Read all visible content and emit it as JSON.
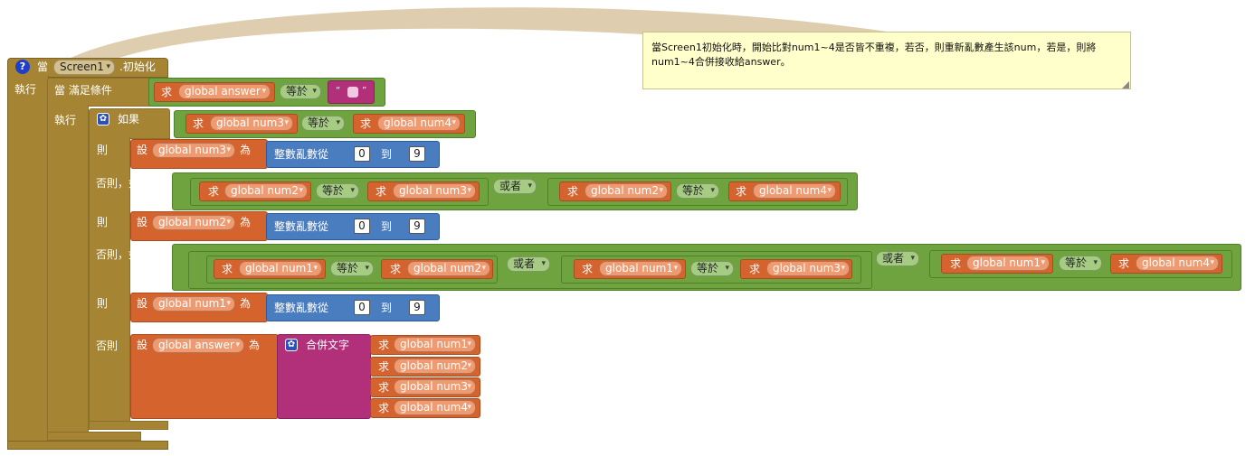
{
  "event": {
    "help_icon": "question-icon",
    "when": "當",
    "component": "Screen1",
    "event_name": ".初始化",
    "do": "執行"
  },
  "while_block": {
    "label": "當 滿足條件",
    "do": "執行"
  },
  "cond_while": {
    "get": "求",
    "var": "global answer",
    "op": "等於",
    "str_open": "“",
    "str_close": "”"
  },
  "if_block": {
    "if_label": "如果",
    "then": "則",
    "elseif": "否則，如果",
    "else": "否則"
  },
  "cond1": {
    "get_a": "求",
    "var_a": "global num3",
    "op": "等於",
    "get_b": "求",
    "var_b": "global num4"
  },
  "then1": {
    "set": "設",
    "var": "global num3",
    "to": "為",
    "rand": "整數亂數從",
    "from": "0",
    "between": "到",
    "to_val": "9"
  },
  "cond2": {
    "left": {
      "get_a": "求",
      "var_a": "global num2",
      "op": "等於",
      "get_b": "求",
      "var_b": "global num3"
    },
    "or": "或者",
    "right": {
      "get_a": "求",
      "var_a": "global num2",
      "op": "等於",
      "get_b": "求",
      "var_b": "global num4"
    }
  },
  "then2": {
    "set": "設",
    "var": "global num2",
    "to": "為",
    "rand": "整數亂數從",
    "from": "0",
    "between": "到",
    "to_val": "9"
  },
  "cond3": {
    "a": {
      "get_a": "求",
      "var_a": "global num1",
      "op": "等於",
      "get_b": "求",
      "var_b": "global num2"
    },
    "or1": "或者",
    "b": {
      "get_a": "求",
      "var_a": "global num1",
      "op": "等於",
      "get_b": "求",
      "var_b": "global num3"
    },
    "or2": "或者",
    "c": {
      "get_a": "求",
      "var_a": "global num1",
      "op": "等於",
      "get_b": "求",
      "var_b": "global num4"
    }
  },
  "then3": {
    "set": "設",
    "var": "global num1",
    "to": "為",
    "rand": "整數亂數從",
    "from": "0",
    "between": "到",
    "to_val": "9"
  },
  "else_set": {
    "set": "設",
    "var": "global answer",
    "to": "為",
    "join": "合併文字",
    "items": [
      {
        "get": "求",
        "var": "global num1"
      },
      {
        "get": "求",
        "var": "global num2"
      },
      {
        "get": "求",
        "var": "global num3"
      },
      {
        "get": "求",
        "var": "global num4"
      }
    ]
  },
  "comment": {
    "line1": "當Screen1初始化時，開始比對num1~4是否皆不重複，若否，則重新亂數產生該num，若是，則將",
    "line2": "num1~4合併接收給answer。"
  },
  "colors": {
    "control": "#a58534",
    "logic": "#6fa33f",
    "variable": "#d5632e",
    "math": "#4a7cc0",
    "text": "#b22f7a",
    "comment": "#ffffcc"
  }
}
